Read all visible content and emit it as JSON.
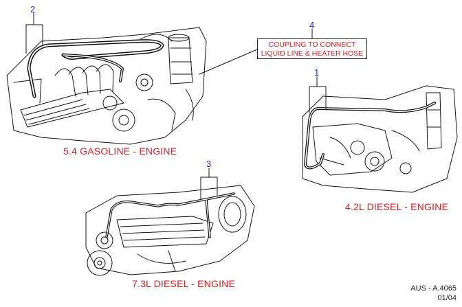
{
  "callout": {
    "number": "4",
    "line1": "COUPLING TO CONNECT",
    "line2": "LIQUID LINE & HEATER HOSE"
  },
  "engines": {
    "gasoline": {
      "number": "2",
      "caption": "5.4 GASOLINE - ENGINE"
    },
    "diesel42": {
      "number": "1",
      "caption": "4.2L DIESEL - ENGINE"
    },
    "diesel73": {
      "number": "3",
      "caption": "7.3L DIESEL - ENGINE"
    }
  },
  "reference": {
    "code": "AUS - A.4065",
    "date": "01/04"
  },
  "colors": {
    "caption": "#e0191e",
    "number": "#1b2bd6",
    "line": "#111111"
  }
}
